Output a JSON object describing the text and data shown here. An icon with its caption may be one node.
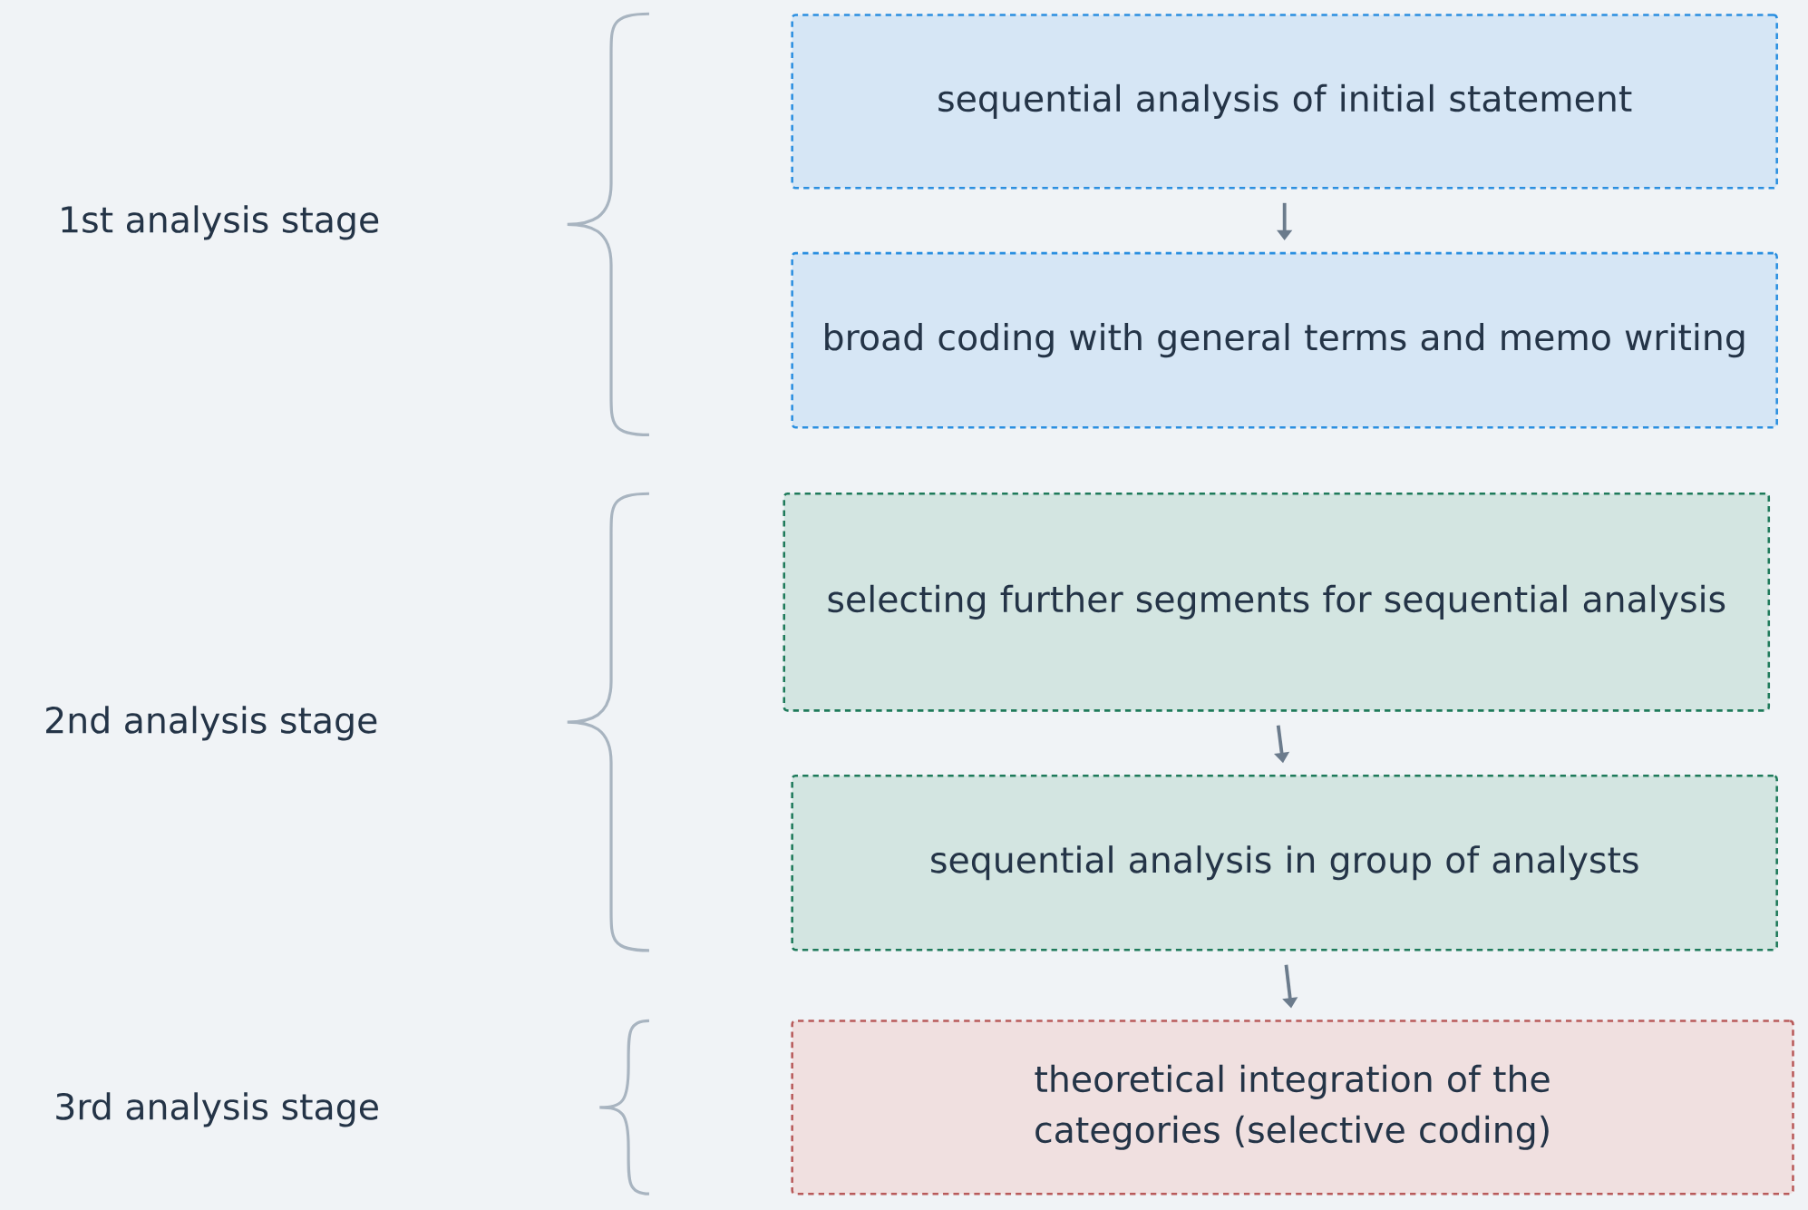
{
  "diagram": {
    "nodes": [
      {
        "text": [
          "sequential analysis of initial statement"
        ]
      },
      {
        "text": [
          "broad coding with general terms and memo writing"
        ]
      },
      {
        "text": [
          "selecting further segments for sequential analysis"
        ]
      },
      {
        "text": [
          "sequential analysis in group of analysts"
        ]
      },
      {
        "text": [
          "theoretical integration of the categories (selective coding)"
        ]
      }
    ],
    "edges": [
      {
        "from": 0,
        "to": 1,
        "arrow": "to"
      },
      {
        "from": 2,
        "to": 3,
        "arrow": "to"
      },
      {
        "from": 3,
        "to": 4,
        "arrow": "to"
      }
    ],
    "labels": [
      "1st analysis stage",
      "2nd analysis stage",
      "3rd analysis stage"
    ]
  }
}
